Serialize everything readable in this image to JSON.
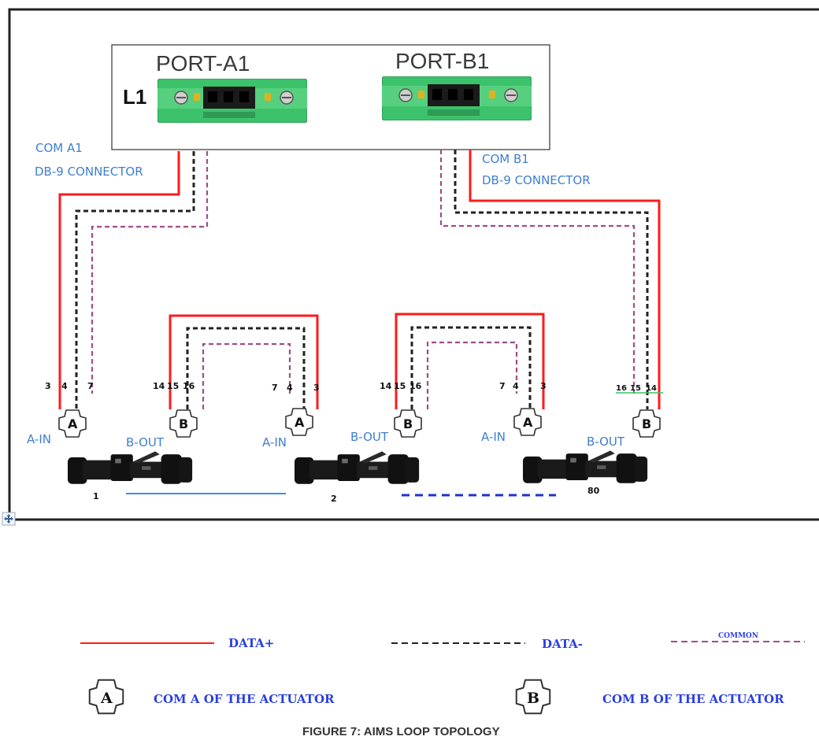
{
  "ports": {
    "a_label": "PORT-A1",
    "b_label": "PORT-B1",
    "line_label": "L1"
  },
  "com_a": {
    "line1": "COM A1",
    "line2": "DB-9 CONNECTOR"
  },
  "com_b": {
    "line1": "COM B1",
    "line2": "DB-9 CONNECTOR"
  },
  "pins": {
    "left_a": [
      "3",
      "4",
      "7"
    ],
    "b_pair": [
      "14",
      "15",
      "16"
    ],
    "a_pair": [
      "7",
      "4",
      "3"
    ],
    "right_b": [
      "16",
      "15",
      "14"
    ]
  },
  "connectors": {
    "a_letter": "A",
    "b_letter": "B",
    "a_in_label": "A-IN",
    "b_out_label": "B-OUT"
  },
  "units": [
    "1",
    "2",
    "80"
  ],
  "legend": {
    "data_plus": "DATA+",
    "data_minus": "DATA-",
    "common": "COMMON",
    "com_a_desc": "COM A OF THE ACTUATOR",
    "com_b_desc": "COM B OF THE ACTUATOR",
    "letter_a": "A",
    "letter_b": "B"
  },
  "caption": "FIGURE 7: AIMS LOOP TOPOLOGY",
  "colors": {
    "data_plus": "#ff1a1a",
    "data_minus": "#222222",
    "common": "#a04c8c",
    "label_blue": "#3f7fd0",
    "legend_blue": "#2a3fe0",
    "terminal_green": "#3cc26a"
  },
  "icons": {
    "move_handle": "move-arrows-icon",
    "connector": "cross-connector-icon",
    "actuator": "actuator-silhouette-icon"
  }
}
